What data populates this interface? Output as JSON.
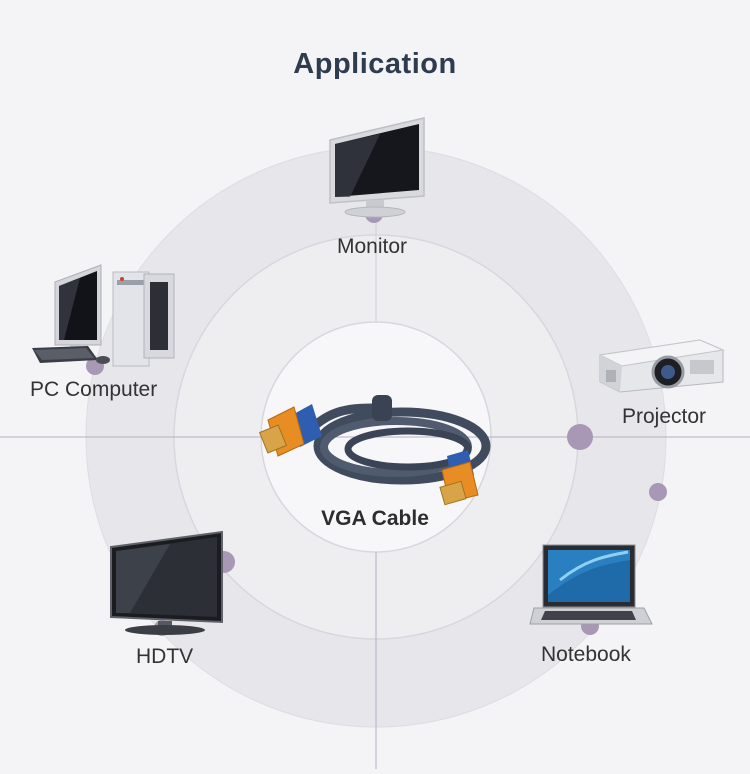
{
  "title": "Application",
  "center": {
    "label": "VGA Cable"
  },
  "devices": {
    "monitor": "Monitor",
    "pc": "PC Computer",
    "projector": "Projector",
    "hdtv": "HDTV",
    "notebook": "Notebook"
  },
  "colors": {
    "background": "#f4f4f6",
    "ring_outer": "#e6e6ea",
    "ring_mid": "#ececef",
    "ring_inner": "#f6f6f8",
    "dot": "#a595b3",
    "cable": "#3f4a5c",
    "connector_orange": "#e58a22",
    "connector_blue": "#2d5fb0"
  }
}
